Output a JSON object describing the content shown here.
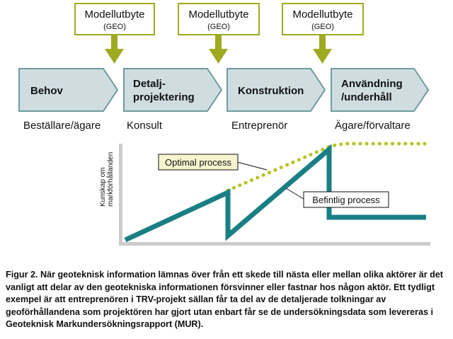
{
  "colors": {
    "stage_fill": "#cfdde1",
    "stage_stroke": "#6f9a9f",
    "geo_stroke": "#9eaa1f",
    "geo_arrow": "#9eaa1f",
    "process_line": "#1a7f84",
    "optimal_dots": "#b5c21c",
    "optimal_label_bg": "#f7f4cf",
    "axis": "#cccccc"
  },
  "geo_boxes": [
    {
      "title": "Modellutbyte",
      "subtitle": "(GEO)"
    },
    {
      "title": "Modellutbyte",
      "subtitle": "(GEO)"
    },
    {
      "title": "Modellutbyte",
      "subtitle": "(GEO)"
    }
  ],
  "stages": [
    {
      "lines": [
        "Behov"
      ],
      "actor": "Beställare/ägare"
    },
    {
      "lines": [
        "Detalj-",
        "projektering"
      ],
      "actor": "Konsult"
    },
    {
      "lines": [
        "Konstruktion"
      ],
      "actor": "Entreprenör"
    },
    {
      "lines": [
        "Användning",
        "/underhåll"
      ],
      "actor": "Ägare/förvaltare"
    }
  ],
  "chart": {
    "ylabel_lines": [
      "Kunskap om",
      "markförhållanden"
    ],
    "optimal_label": "Optimal process",
    "current_label": "Befintlig process"
  },
  "caption": "Figur 2. När geoteknisk information lämnas över från ett skede till nästa eller mellan olika aktörer är det vanligt att delar av den geotekniska informationen försvinner eller fastnar hos någon aktör. Ett tydligt exempel är att entreprenören i TRV-projekt sällan får ta del av de detaljerade tolkningar av geoförhållandena som projektören har gjort utan enbart får se de undersökningsdata som levereras i Geoteknisk Markundersökningsrapport (MUR)."
}
